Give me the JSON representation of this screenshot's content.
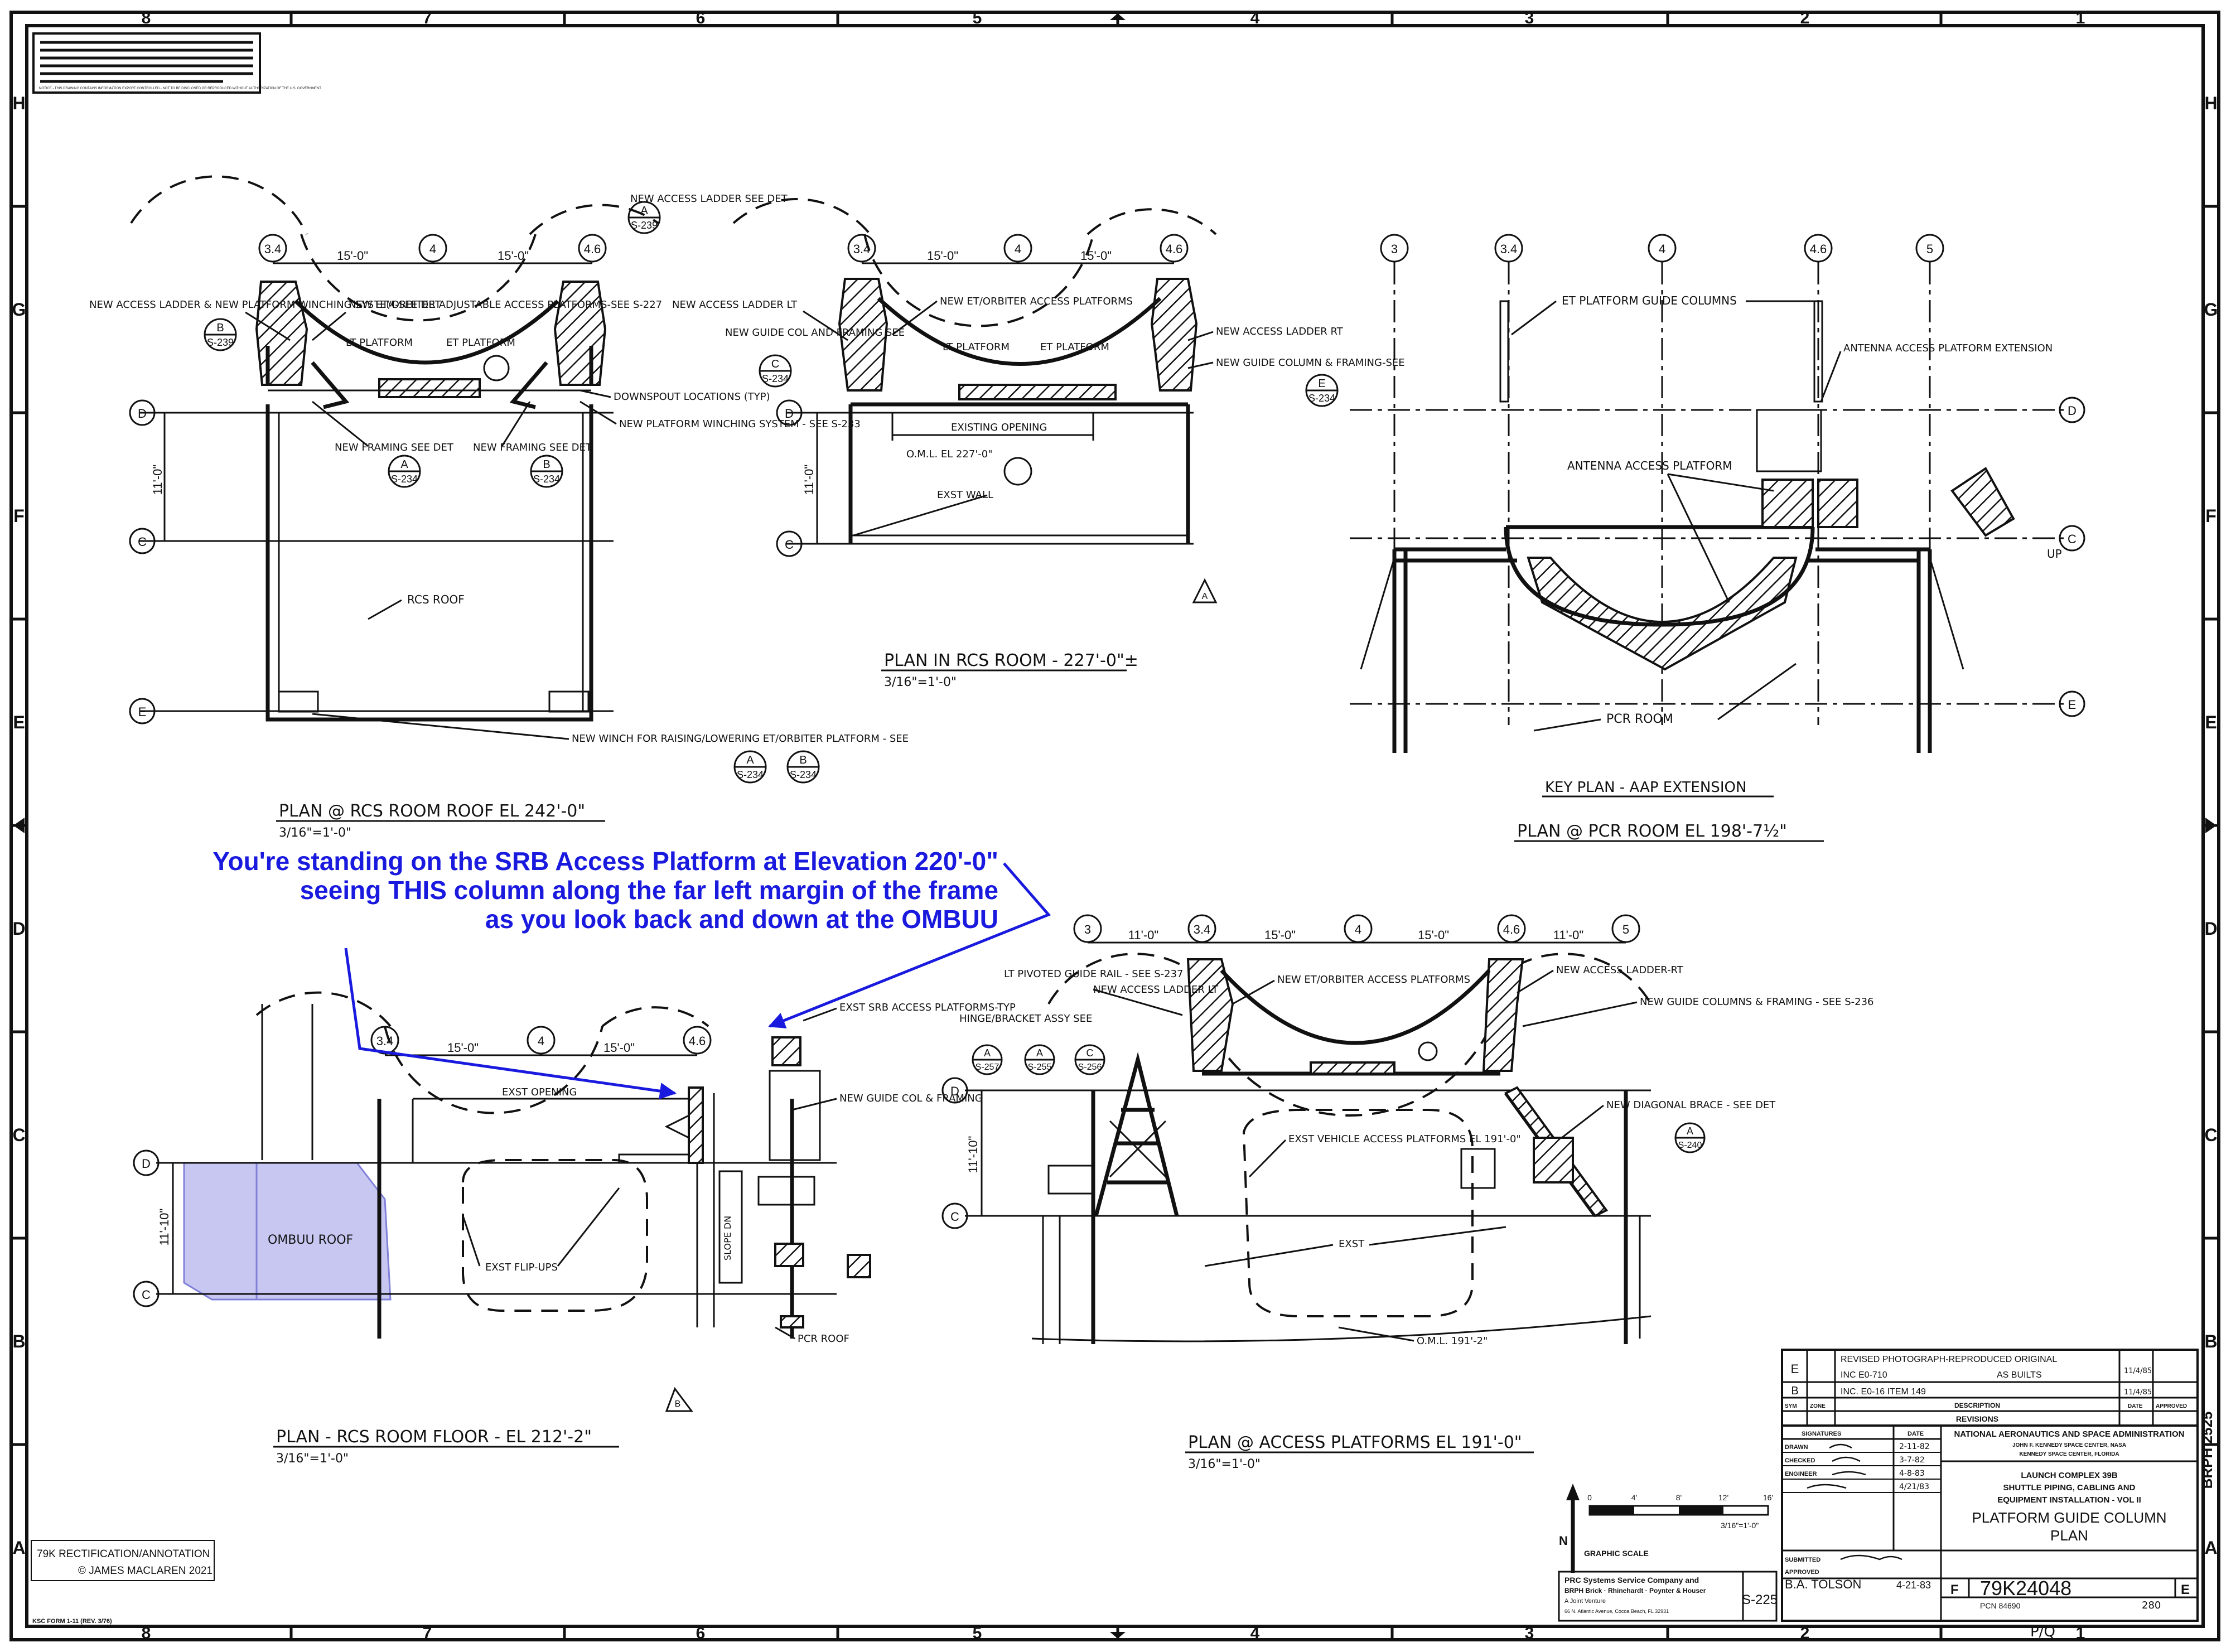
{
  "border": {
    "top_numbers": [
      "8",
      "7",
      "6",
      "5",
      "4",
      "3",
      "2",
      "1"
    ],
    "bottom_numbers": [
      "8",
      "7",
      "6",
      "5",
      "4",
      "3",
      "2",
      "1"
    ],
    "left_letters": [
      "H",
      "G",
      "F",
      "E",
      "D",
      "C",
      "B",
      "A"
    ],
    "right_letters": [
      "H",
      "G",
      "F",
      "E",
      "D",
      "C",
      "B",
      "A"
    ]
  },
  "views": {
    "roof": {
      "title": "PLAN @ RCS ROOM ROOF EL 242'-0\"",
      "scale": "3/16\"=1'-0\"",
      "dims": [
        "15'-0\"",
        "15'-0\"",
        "11'-0\""
      ],
      "grid": [
        "3.4",
        "4",
        "4.6",
        "D",
        "C",
        "E"
      ],
      "notes": {
        "ladder": "NEW ACCESS LADDER & NEW PLATFORM WINCHING SYSTEM-SEE DET",
        "new_ladder": "NEW ACCESS LADDER SEE DET",
        "et_orbiter": "NEW ET/ORBITER ADJUSTABLE ACCESS PLATFORMS-SEE S-227",
        "lt_platform": "LT PLATFORM",
        "et_platform": "ET PLATFORM",
        "downspout": "DOWNSPOUT LOCATIONS (TYP)",
        "winching": "NEW PLATFORM WINCHING SYSTEM - SEE S-233",
        "framing1": "NEW FRAMING SEE DET",
        "framing2": "NEW FRAMING SEE DET",
        "rcs_roof": "RCS ROOF",
        "winch": "NEW WINCH FOR RAISING/LOWERING ET/ORBITER PLATFORM - SEE"
      },
      "refs": [
        {
          "letter": "B",
          "sheet": "S-239"
        },
        {
          "letter": "A",
          "sheet": "S-239"
        },
        {
          "letter": "A",
          "sheet": "S-234"
        },
        {
          "letter": "B",
          "sheet": "S-234"
        },
        {
          "letter": "A",
          "sheet": "S-234"
        },
        {
          "letter": "B",
          "sheet": "S-234"
        }
      ]
    },
    "rcs": {
      "title": "PLAN IN RCS ROOM - 227'-0\"±",
      "scale": "3/16\"=1'-0\"",
      "dims": [
        "15'-0\"",
        "15'-0\"",
        "11'-0\""
      ],
      "grid": [
        "3.4",
        "4",
        "4.6",
        "D",
        "C"
      ],
      "notes": {
        "ladder_lt": "NEW ACCESS LADDER LT",
        "guide_col": "NEW GUIDE COL AND FRAMING SEE",
        "et_orbiter": "NEW ET/ORBITER ACCESS PLATFORMS",
        "lt_platform": "LT PLATFORM",
        "et_platform": "ET PLATFORM",
        "ladder_rt": "NEW ACCESS LADDER RT",
        "guide_column": "NEW GUIDE COLUMN & FRAMING-SEE",
        "existing_opening": "EXISTING OPENING",
        "oml": "O.M.L. EL 227'-0\"",
        "exst_wall": "EXST WALL"
      },
      "refs": [
        {
          "letter": "C",
          "sheet": "S-234"
        },
        {
          "letter": "E",
          "sheet": "S-234"
        }
      ],
      "rev_mark": "A"
    },
    "key": {
      "title": "KEY PLAN - AAP EXTENSION",
      "subtitle": "PLAN @ PCR ROOM EL 198'-7½\"",
      "grid": [
        "3",
        "3.4",
        "4",
        "4.6",
        "5",
        "D",
        "C",
        "E"
      ],
      "notes": {
        "columns": "ET PLATFORM GUIDE COLUMNS",
        "antenna_ext": "ANTENNA ACCESS PLATFORM EXTENSION",
        "antenna": "ANTENNA ACCESS PLATFORM",
        "pcr": "PCR ROOM",
        "up": "UP"
      }
    },
    "floor": {
      "title": "PLAN - RCS ROOM FLOOR - EL 212'-2\"",
      "scale": "3/16\"=1'-0\"",
      "dims": [
        "15'-0\"",
        "15'-0\"",
        "11'-10\""
      ],
      "grid": [
        "3.4",
        "4",
        "4.6",
        "D",
        "C"
      ],
      "notes": {
        "exst_opening": "EXST OPENING",
        "srb": "EXST SRB ACCESS PLATFORMS-TYP",
        "guide_col": "NEW GUIDE COL & FRAMING",
        "slope": "SLOPE DN",
        "flipups": "EXST FLIP-UPS",
        "pcr_roof": "PCR ROOF",
        "ombuu": "OMBUU ROOF"
      },
      "rev_mark": "B"
    },
    "access": {
      "title": "PLAN @ ACCESS PLATFORMS EL 191'-0\"",
      "scale": "3/16\"=1'-0\"",
      "dims": [
        "11'-0\"",
        "15'-0\"",
        "15'-0\"",
        "11'-0\"",
        "11'-10\""
      ],
      "grid": [
        "3",
        "3.4",
        "4",
        "4.6",
        "5",
        "D",
        "C"
      ],
      "notes": {
        "lt_pivot": "LT PIVOTED GUIDE RAIL - SEE S-237",
        "ladder_lt": "NEW ACCESS LADDER LT",
        "hinge": "HINGE/BRACKET ASSY SEE",
        "et_orbiter": "NEW ET/ORBITER ACCESS PLATFORMS",
        "ladder_rt": "NEW ACCESS LADDER-RT",
        "guide_cols": "NEW GUIDE COLUMNS & FRAMING - SEE S-236",
        "brace": "NEW DIAGONAL BRACE - SEE DET",
        "exst_vehicle": "EXST VEHICLE ACCESS PLATFORMS EL 191'-0\"",
        "exst": "EXST",
        "oml": "O.M.L. 191'-2\""
      },
      "refs": [
        {
          "letter": "A",
          "sheet": "S-257"
        },
        {
          "letter": "A",
          "sheet": "S-255"
        },
        {
          "letter": "C",
          "sheet": "S-256"
        },
        {
          "letter": "A",
          "sheet": "S-240"
        }
      ]
    }
  },
  "annotation": {
    "line1": "You're standing on the SRB Access Platform at Elevation 220'-0\"",
    "line2": "seeing THIS column along the far left margin of the frame",
    "line3": "as you look back and down at the OMBUU",
    "color": "#1a1adf"
  },
  "scale_bar": {
    "ticks": [
      "0",
      "4'",
      "8'",
      "12'",
      "16'"
    ],
    "scale": "3/16\"=1'-0\"",
    "label": "GRAPHIC SCALE",
    "north": "N"
  },
  "revisions": {
    "rows": [
      {
        "sym": "E",
        "desc1": "REVISED PHOTOGRAPH-REPRODUCED ORIGINAL",
        "desc2": "INC E0-710",
        "desc3": "AS BUILTS",
        "date": "11/4/85"
      },
      {
        "sym": "B",
        "desc1": "INC. E0-16 ITEM 149",
        "date": "11/4/85"
      }
    ],
    "headers": [
      "SYM",
      "ZONE",
      "DESCRIPTION",
      "DATE",
      "APPROVED"
    ],
    "title": "REVISIONS"
  },
  "title_block": {
    "signatures": "SIGNATURES",
    "date": "DATE",
    "rows": [
      {
        "role": "DRAWN",
        "date": "2-11-82"
      },
      {
        "role": "CHECKED",
        "date": "3-7-82"
      },
      {
        "role": "ENGINEER",
        "date": "4-8-83"
      },
      {
        "role": "",
        "date": "4/21/83"
      }
    ],
    "agency1": "NATIONAL AERONAUTICS AND SPACE ADMINISTRATION",
    "agency2": "JOHN F. KENNEDY SPACE CENTER, NASA",
    "agency3": "KENNEDY SPACE CENTER, FLORIDA",
    "project1": "LAUNCH COMPLEX 39B",
    "project2": "SHUTTLE PIPING, CABLING AND",
    "project3": "EQUIPMENT INSTALLATION - VOL II",
    "sheet_title1": "PLATFORM GUIDE COLUMN",
    "sheet_title2": "PLAN",
    "submitted": "SUBMITTED",
    "approved": "APPROVED",
    "approver": "B.A. TOLSON",
    "approved_date": "4-21-83",
    "size": "F",
    "drawing_no": "79K24048",
    "rev": "E",
    "pcn": "PCN 84690",
    "sheet": "280",
    "sheet_num": "S-225",
    "firm1": "PRC Systems Service Company and",
    "firm2": "BRPH Brick · Rhinehardt · Poynter & Houser",
    "firm3": "A Joint Venture",
    "firm4": "66 N. Atlantic Avenue, Cocoa Beach, FL 32931",
    "side_id": "BRPH 2525",
    "page_mark": "P/Q"
  },
  "credits": {
    "line1": "79K RECTIFICATION/ANNOTATION",
    "line2": "© JAMES MACLAREN 2021",
    "form": "KSC FORM 1-11 (REV. 3/76)"
  },
  "notice": "NOTICE - THIS DRAWING CONTAINS INFORMATION EXPORT CONTROLLED - NOT TO BE DISCLOSED OR REPRODUCED WITHOUT AUTHORIZATION OF THE U.S. GOVERNMENT"
}
